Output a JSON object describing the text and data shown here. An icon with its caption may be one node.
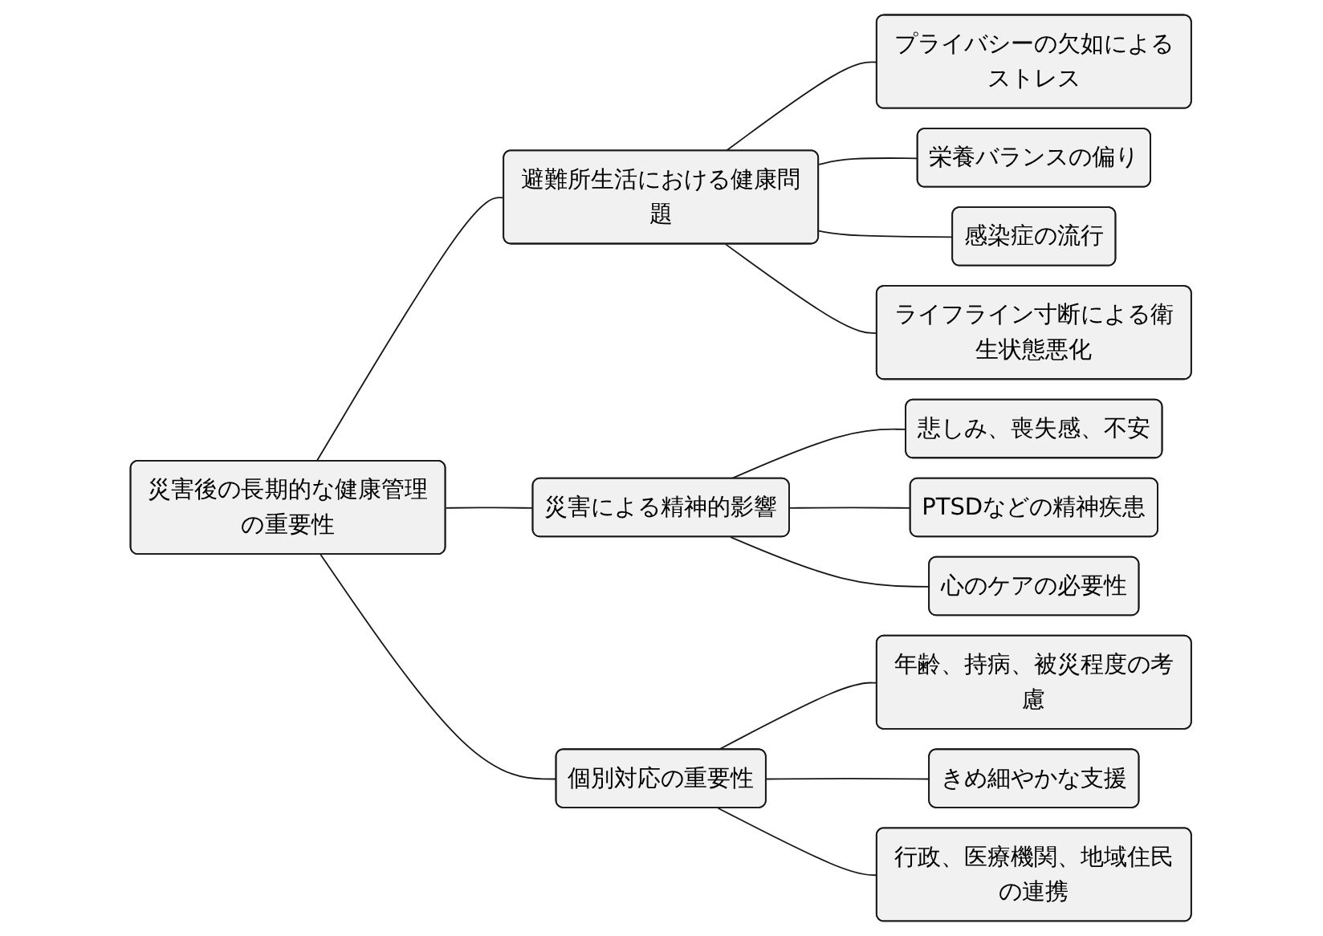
{
  "diagram": {
    "nodes": [
      {
        "text": [
          "災害後の長期的な健康管理の重要性"
        ]
      },
      {
        "text": [
          "避難所生活における健康問題"
        ]
      },
      {
        "text": [
          "プライバシーの欠如によるストレス"
        ]
      },
      {
        "text": [
          "栄養バランスの偏り"
        ]
      },
      {
        "text": [
          "感染症の流行"
        ]
      },
      {
        "text": [
          "ライフライン寸断による衛生状態悪化"
        ]
      },
      {
        "text": [
          "災害による精神的影響"
        ]
      },
      {
        "text": [
          "悲しみ、喪失感、不安"
        ]
      },
      {
        "text": [
          "PTSDなどの精神疾患"
        ]
      },
      {
        "text": [
          "心のケアの必要性"
        ]
      },
      {
        "text": [
          "個別対応の重要性"
        ]
      },
      {
        "text": [
          "年齢、持病、被災程度の考慮"
        ]
      },
      {
        "text": [
          "きめ細やかな支援"
        ]
      },
      {
        "text": [
          "行政、医療機関、地域住民の連携"
        ]
      }
    ],
    "edges": [
      {
        "from": 0,
        "to": 1,
        "arrow": "none"
      },
      {
        "from": 1,
        "to": 2,
        "arrow": "none"
      },
      {
        "from": 1,
        "to": 3,
        "arrow": "none"
      },
      {
        "from": 1,
        "to": 4,
        "arrow": "none"
      },
      {
        "from": 1,
        "to": 5,
        "arrow": "none"
      },
      {
        "from": 0,
        "to": 6,
        "arrow": "none"
      },
      {
        "from": 6,
        "to": 7,
        "arrow": "none"
      },
      {
        "from": 6,
        "to": 8,
        "arrow": "none"
      },
      {
        "from": 6,
        "to": 9,
        "arrow": "none"
      },
      {
        "from": 0,
        "to": 10,
        "arrow": "none"
      },
      {
        "from": 10,
        "to": 11,
        "arrow": "none"
      },
      {
        "from": 10,
        "to": 12,
        "arrow": "none"
      },
      {
        "from": 10,
        "to": 13,
        "arrow": "none"
      }
    ]
  }
}
